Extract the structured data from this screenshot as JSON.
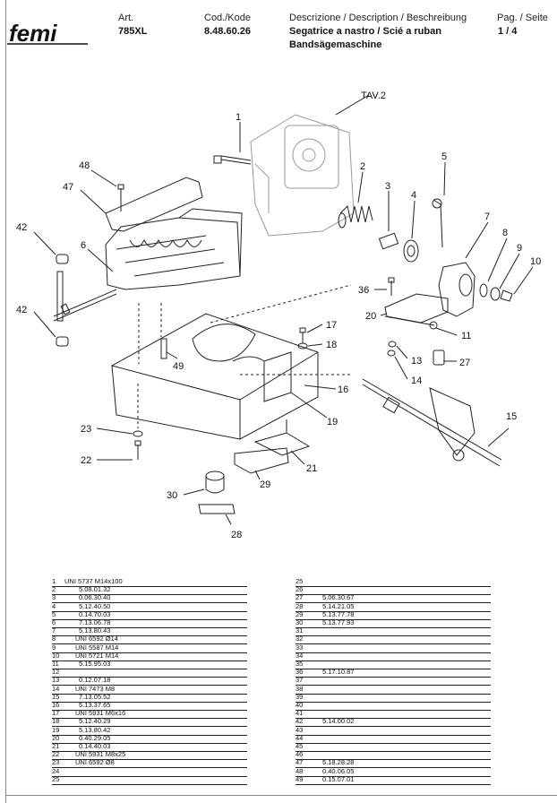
{
  "header": {
    "brand": "femi",
    "art_label": "Art.",
    "art_value": "785XL",
    "code_label": "Cod./Kode",
    "code_value": "8.48.60.26",
    "desc_label": "Descrizione / Description / Beschreibung",
    "desc_line1": "Segatrice a nastro / Scié a ruban",
    "desc_line2": "Bandsägemaschine",
    "page_label": "Pag. / Seite",
    "page_value": "1 / 4"
  },
  "diagram": {
    "ref_label": "TAV.2",
    "callouts": [
      "1",
      "2",
      "3",
      "4",
      "5",
      "6",
      "7",
      "8",
      "9",
      "10",
      "11",
      "13",
      "14",
      "15",
      "16",
      "17",
      "18",
      "19",
      "20",
      "21",
      "22",
      "23",
      "27",
      "28",
      "29",
      "30",
      "36",
      "42",
      "42",
      "47",
      "48",
      "49"
    ]
  },
  "parts_left": [
    {
      "n": "1",
      "c": "UNI 5737 M14x100"
    },
    {
      "n": "2",
      "c": "5.08.01.32"
    },
    {
      "n": "3",
      "c": "0.06.30.40"
    },
    {
      "n": "4",
      "c": "5.12.40.50"
    },
    {
      "n": "5",
      "c": "0.14.70.03"
    },
    {
      "n": "6",
      "c": "7.13.06.78"
    },
    {
      "n": "7",
      "c": "5.13.80.43"
    },
    {
      "n": "8",
      "c": "UNI 6592 Ø14"
    },
    {
      "n": "9",
      "c": "UNI 5587 M14"
    },
    {
      "n": "10",
      "c": "UNI 5721 M14"
    },
    {
      "n": "11",
      "c": "5.15.95.03"
    },
    {
      "n": "12",
      "c": ""
    },
    {
      "n": "13",
      "c": "0.12.07.18"
    },
    {
      "n": "14",
      "c": "UNI 7473 M8"
    },
    {
      "n": "15",
      "c": "7.13.05.52"
    },
    {
      "n": "16",
      "c": "5.13.37.65"
    },
    {
      "n": "17",
      "c": "UNI 5931 M6x16"
    },
    {
      "n": "18",
      "c": "5.12.40.29"
    },
    {
      "n": "19",
      "c": "5.13.80.42"
    },
    {
      "n": "20",
      "c": "0.40.29.05"
    },
    {
      "n": "21",
      "c": "0.14.40.03"
    },
    {
      "n": "22",
      "c": "UNI 5931 M8x25"
    },
    {
      "n": "23",
      "c": "UNI 6592 Ø8"
    },
    {
      "n": "24",
      "c": ""
    },
    {
      "n": "25",
      "c": ""
    }
  ],
  "parts_right": [
    {
      "n": "25",
      "c": ""
    },
    {
      "n": "26",
      "c": ""
    },
    {
      "n": "27",
      "c": "5.06.30.67"
    },
    {
      "n": "28",
      "c": "5.14.21.05"
    },
    {
      "n": "29",
      "c": "5.13.77.78"
    },
    {
      "n": "30",
      "c": "5.13.77.93"
    },
    {
      "n": "31",
      "c": ""
    },
    {
      "n": "32",
      "c": ""
    },
    {
      "n": "33",
      "c": ""
    },
    {
      "n": "34",
      "c": ""
    },
    {
      "n": "35",
      "c": ""
    },
    {
      "n": "36",
      "c": "5.17.10.87"
    },
    {
      "n": "37",
      "c": ""
    },
    {
      "n": "38",
      "c": ""
    },
    {
      "n": "39",
      "c": ""
    },
    {
      "n": "40",
      "c": ""
    },
    {
      "n": "41",
      "c": ""
    },
    {
      "n": "42",
      "c": "5.14.00.02"
    },
    {
      "n": "43",
      "c": ""
    },
    {
      "n": "44",
      "c": ""
    },
    {
      "n": "45",
      "c": ""
    },
    {
      "n": "46",
      "c": ""
    },
    {
      "n": "47",
      "c": "5.18.28.28"
    },
    {
      "n": "48",
      "c": "0.40.06.05"
    },
    {
      "n": "49",
      "c": "0.15.07.01"
    }
  ]
}
